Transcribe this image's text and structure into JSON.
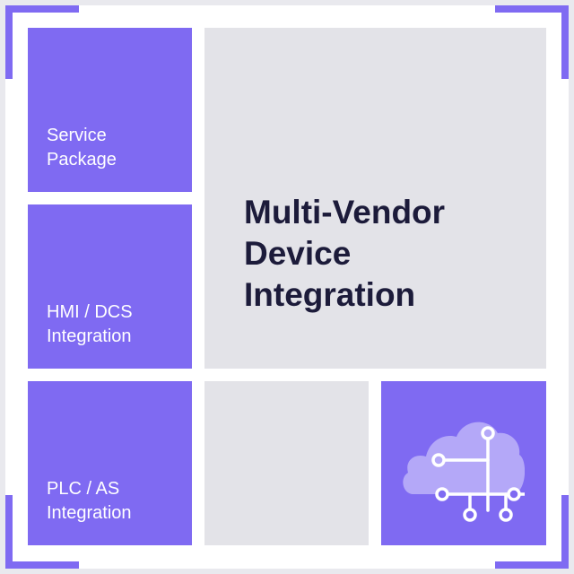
{
  "colors": {
    "accent": "#7f6af2",
    "tile_purple": "#7f6af2",
    "tile_gray": "#e3e3e8",
    "title_color": "#1c1b3a",
    "icon_fill_light": "#b4a8f8",
    "icon_line": "#ffffff"
  },
  "tiles": {
    "service_package": {
      "label": "Service\nPackage"
    },
    "hmi_dcs": {
      "label": "HMI / DCS\nIntegration"
    },
    "plc_as": {
      "label": "PLC / AS\nIntegration"
    },
    "main": {
      "title": "Multi-Vendor\nDevice\nIntegration"
    },
    "icon_tile": {
      "icon": "cloud-network-icon"
    }
  }
}
